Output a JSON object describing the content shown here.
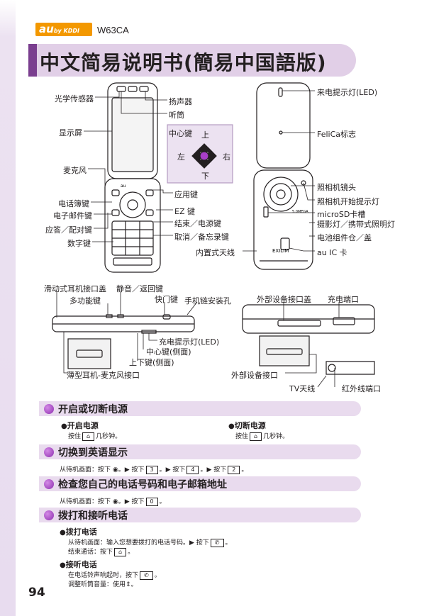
{
  "header": {
    "logo_text": "au",
    "logo_sub": "by KDDI",
    "model": "W63CA",
    "title": "中文简易说明书(簡易中国語版)"
  },
  "diagram": {
    "front_labels": {
      "optical_sensor": "光学传感器",
      "display": "显示屏",
      "microphone": "麦克风",
      "phonebook_key": "电话簿键",
      "email_key": "电子邮件键",
      "answer_key": "应答／配对键",
      "number_keys": "数字键",
      "speaker": "扬声器",
      "earpiece": "听筒",
      "center_key": "中心键",
      "up": "上",
      "left": "左",
      "right": "右",
      "down": "下",
      "app_key": "应用键",
      "ez_key": "EZ 键",
      "end_power_key": "结束／电源键",
      "cancel_memo_key": "取消／备忘录键",
      "internal_antenna": "内置式天线"
    },
    "back_labels": {
      "incoming_led": "来电提示灯(LED)",
      "felica_mark": "FeliCa标志",
      "camera_lens": "照相机镜头",
      "camera_indicator": "照相机开始提示灯",
      "microsd_slot": "microSD卡槽",
      "photo_light": "摄影灯／携带式照明灯",
      "battery_cover": "电池组件仓／盖",
      "au_ic_card": "au IC 卡"
    },
    "side_labels": {
      "slide_earphone_cover": "滑动式耳机接口盖",
      "multi_function_key": "多功能键",
      "mute_back_key": "静音／返回键",
      "shutter_key": "快门键",
      "strap_hole": "手机链安装孔",
      "charging_led": "充电提示灯(LED)",
      "center_key_side": "中心键(侧面)",
      "updown_key_side": "上下键(侧面)",
      "thin_earphone_jack": "薄型耳机-麦克风接口",
      "external_port_cover": "外部设备接口盖",
      "charging_port": "充电端口",
      "external_port": "外部设备接口",
      "tv_antenna": "TV天线",
      "infrared_port": "红外线端口"
    },
    "printed_text": {
      "au_small": "au",
      "exilim": "EXILIM",
      "camera_mp": "5.0MEGA"
    }
  },
  "sections": [
    {
      "title": "开启或切断电源",
      "power_on_head": "开启电源",
      "power_on_pre": "按住",
      "power_on_key": "⌂",
      "power_on_post": "几秒钟。",
      "power_off_head": "切断电源",
      "power_off_pre": "按住",
      "power_off_key": "⌂",
      "power_off_post": "几秒钟。"
    },
    {
      "title": "切换到英语显示",
      "line": "从待机画面：按下 ◉。▶ 按下",
      "k1": "3",
      "t1": "。▶ 按下",
      "k2": "4",
      "t2": "。▶ 按下",
      "k3": "2",
      "t3": "。"
    },
    {
      "title": "检查您自己的电话号码和电子邮箱地址",
      "line": "从待机画面：按下 ◉。▶ 按下",
      "k1": "0",
      "t1": "。"
    },
    {
      "title": "拨打和接听电话",
      "call_head": "拨打电话",
      "call_line1": "从待机画面：输入您想要拨打的电话号码。▶ 按下",
      "call_key": "✆",
      "call_end1": "。",
      "call_line2": "结束通话：按下",
      "call_end_key": "⌂",
      "call_end2": "。",
      "answer_head": "接听电话",
      "answer_line1": "在电话铃声响起时，按下",
      "answer_key": "✆",
      "answer_end1": "。",
      "answer_line2": "调整听筒音量：使用",
      "answer_vol": "⇕",
      "answer_end2": "。"
    }
  ],
  "footer": {
    "page_number": "94"
  },
  "colors": {
    "accent": "#7a3e8f",
    "band": "#e1cfe7",
    "logo": "#f39800",
    "dot": "#a83fc7"
  }
}
